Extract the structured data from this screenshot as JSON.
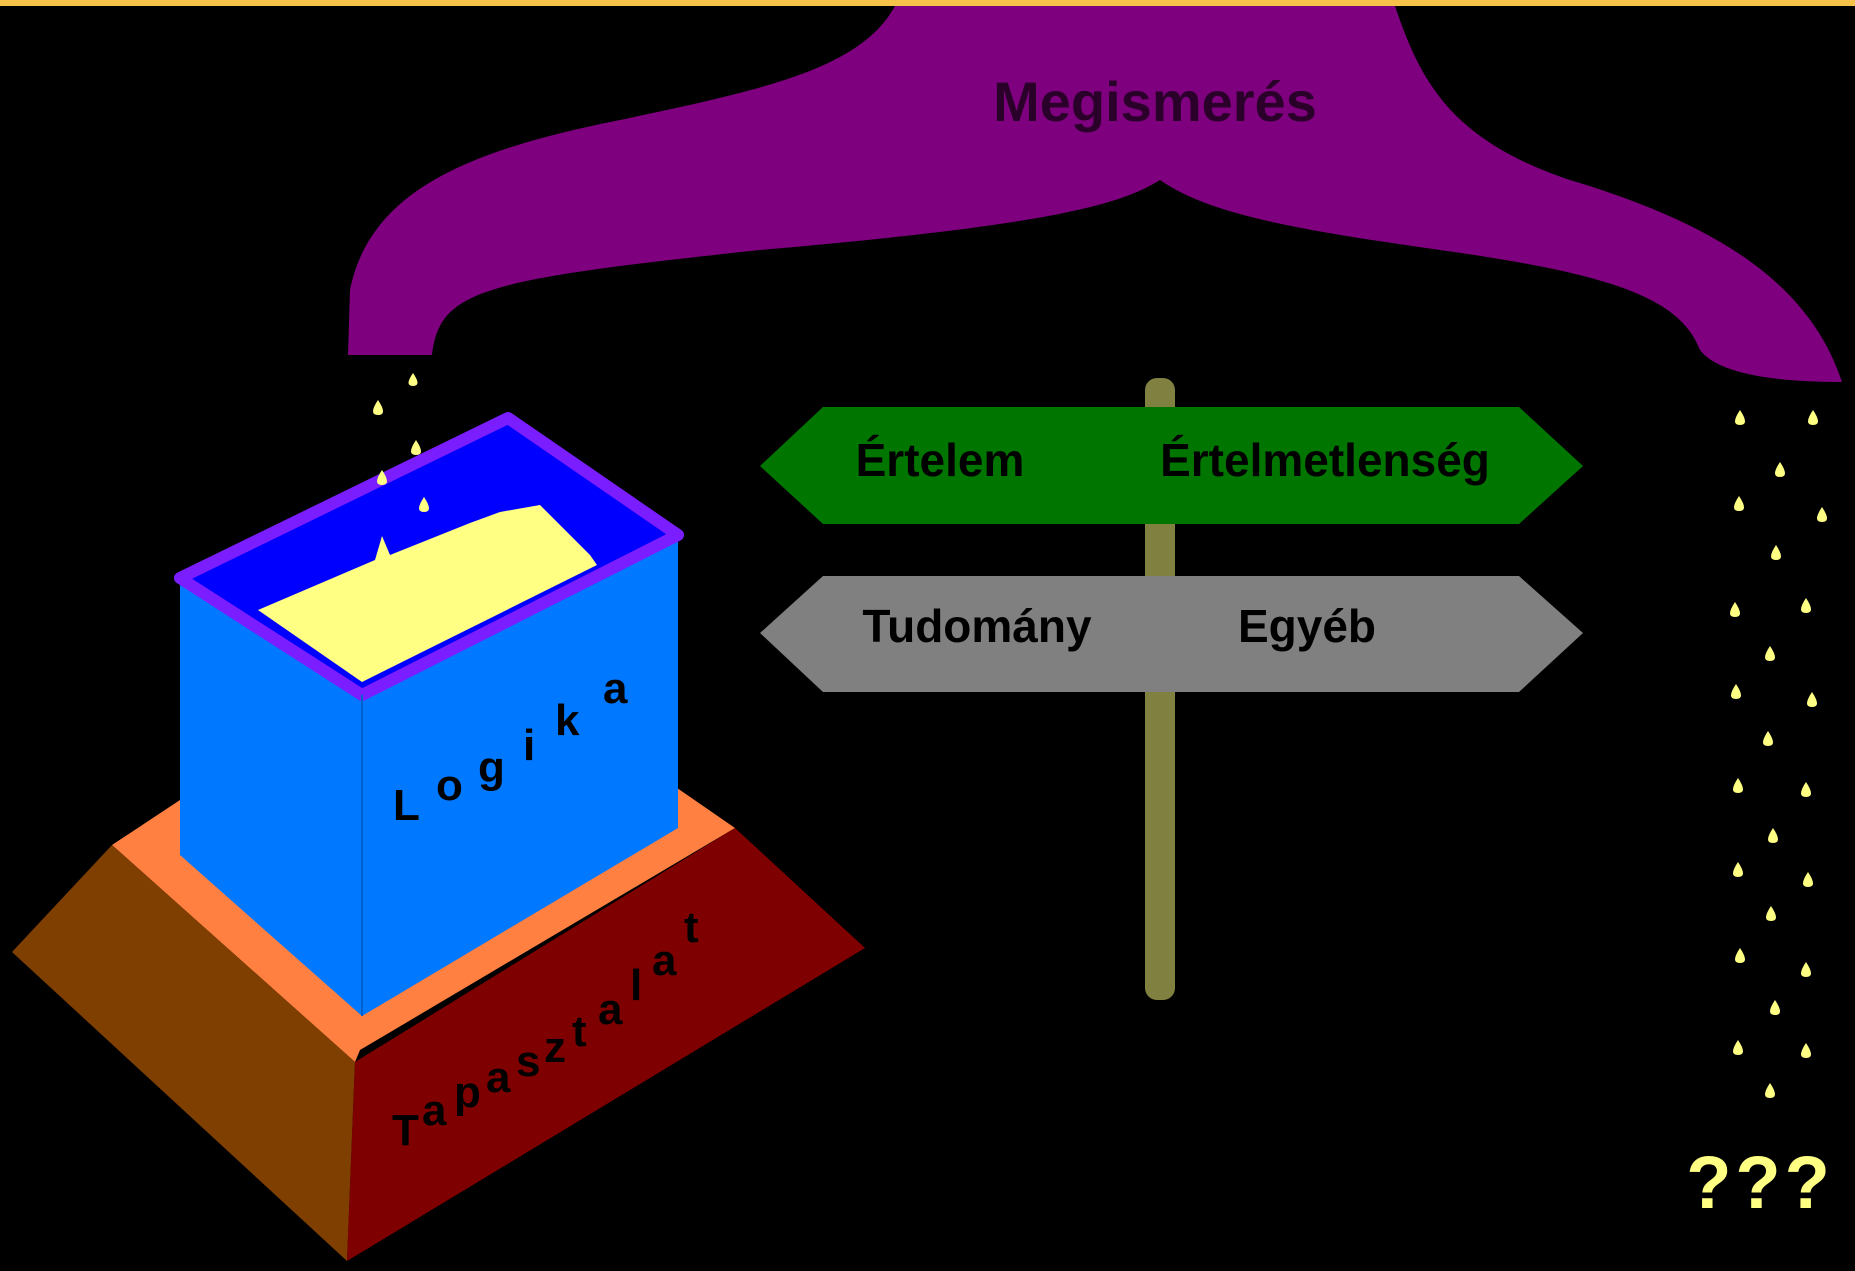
{
  "title": "Megismerés",
  "sign_top": {
    "left_label": "Értelem",
    "right_label": "Értelmetlenség",
    "color": "#007500"
  },
  "sign_bottom": {
    "left_label": "Tudomány",
    "right_label": "Egyéb",
    "color": "#808080"
  },
  "box_label": "Logika",
  "base_label": "Tapasztalat",
  "unknown_label": "???",
  "colors": {
    "frame": "#F6C24A",
    "background": "#000000",
    "cloud": "#7E007E",
    "box_front": "#0078FF",
    "box_top_rim": "#7A1EFF",
    "liquid": "#FFFF84",
    "drop": "#FFFF84",
    "pole": "#808040",
    "base_top": "#FF8040",
    "base_left": "#7F3F00",
    "base_right": "#7F0000"
  }
}
